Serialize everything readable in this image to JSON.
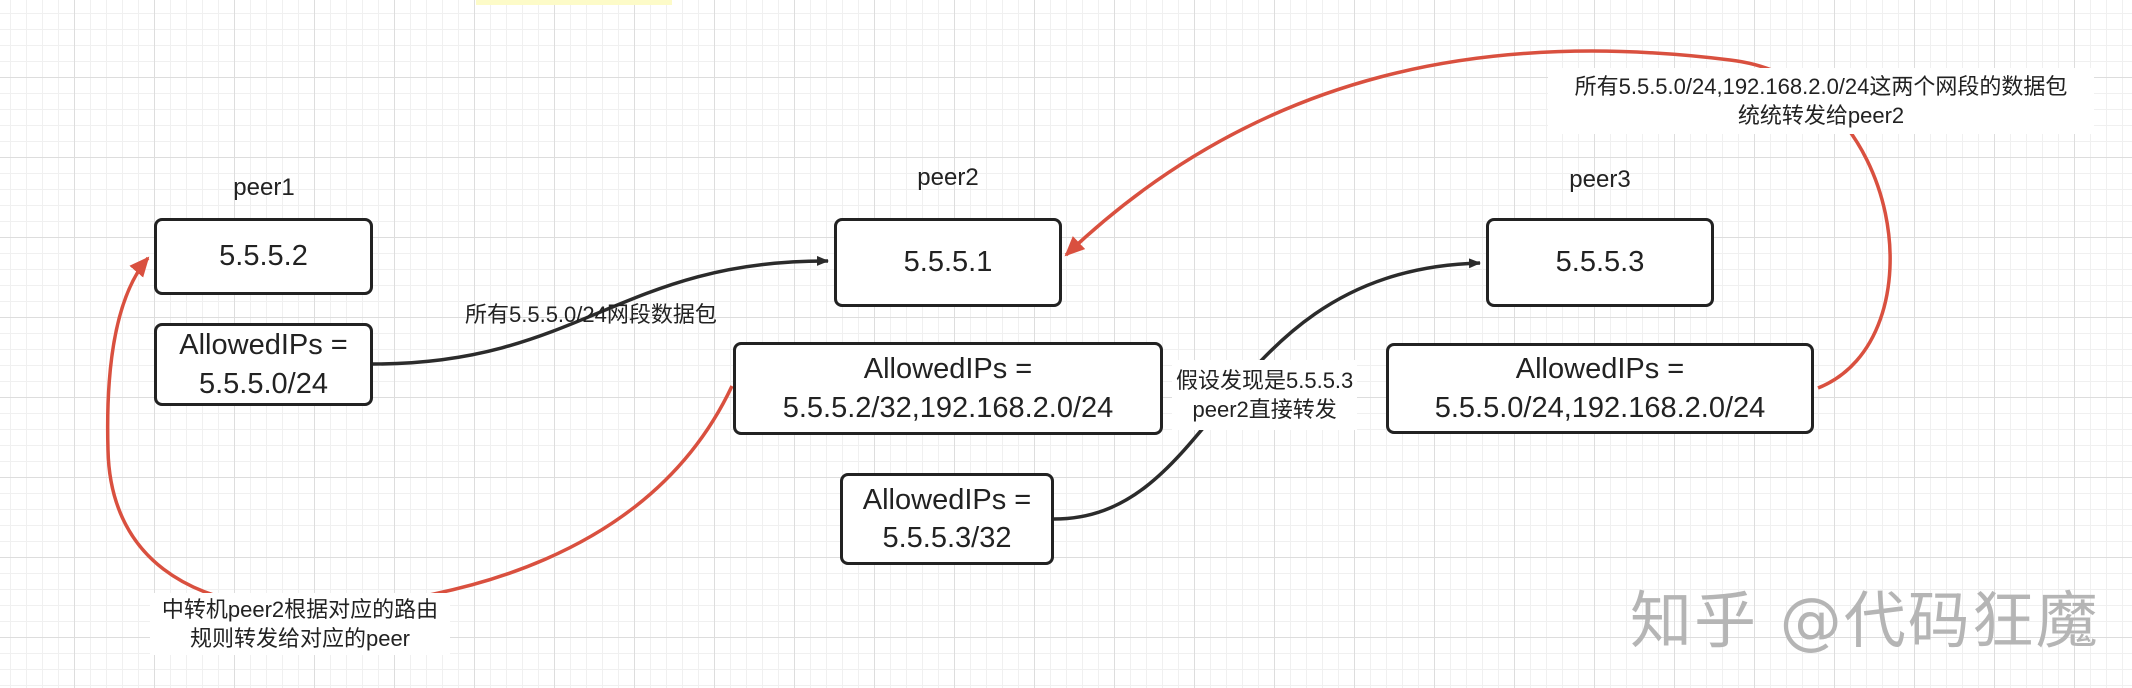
{
  "peers": {
    "peer1": {
      "label": "peer1",
      "address": "5.5.5.2",
      "allowed_ips_line1": "AllowedIPs =",
      "allowed_ips_line2": "5.5.5.0/24"
    },
    "peer2": {
      "label": "peer2",
      "address": "5.5.5.1",
      "allowed_ips_line1": "AllowedIPs =",
      "allowed_ips_line2": "5.5.5.2/32,192.168.2.0/24",
      "extra_allowed_line1": "AllowedIPs =",
      "extra_allowed_line2": "5.5.5.3/32"
    },
    "peer3": {
      "label": "peer3",
      "address": "5.5.5.3",
      "allowed_ips_line1": "AllowedIPs =",
      "allowed_ips_line2": "5.5.5.0/24,192.168.2.0/24"
    }
  },
  "edges": {
    "peer1_to_peer2": "所有5.5.5.0/24网段数据包",
    "peer2_to_peer3_line1": "假设发现是5.5.5.3",
    "peer2_to_peer3_line2": "peer2直接转发",
    "peer3_to_peer2_line1": "所有5.5.5.0/24,192.168.2.0/24这两个网段的数据包",
    "peer3_to_peer2_line2": "统统转发给peer2",
    "relay_line1": "中转机peer2根据对应的路由",
    "relay_line2": "规则转发给对应的peer"
  },
  "watermark": "知乎 @代码狂魔",
  "colors": {
    "black_edge": "#2b2b2b",
    "red_edge": "#d9503f",
    "node_border": "#222222"
  }
}
